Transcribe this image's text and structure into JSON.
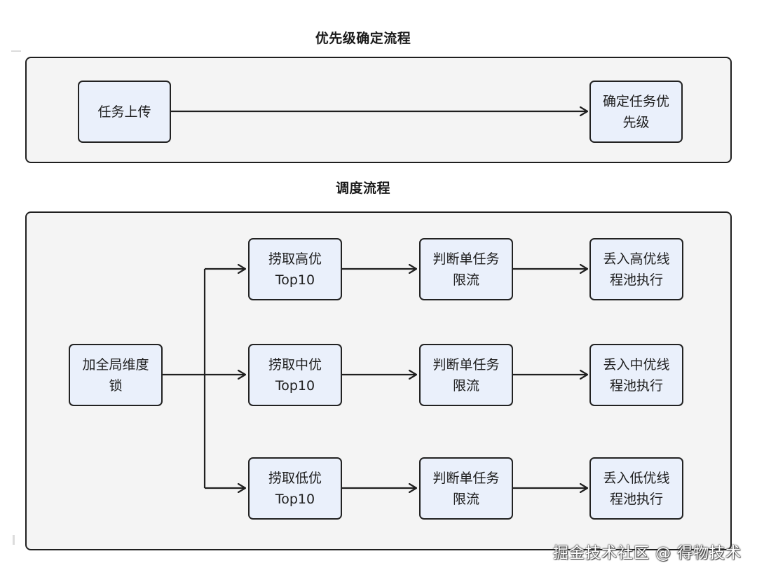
{
  "priority_section": {
    "title": "优先级确定流程",
    "nodes": {
      "upload": "任务上传",
      "determine": "确定任务优\n先级"
    }
  },
  "schedule_section": {
    "title": "调度流程",
    "nodes": {
      "lock": "加全局维度\n锁",
      "fetch_high": "捞取高优\nTop10",
      "fetch_mid": "捞取中优\nTop10",
      "fetch_low": "捞取低优\nTop10",
      "limit_high": "判断单任务\n限流",
      "limit_mid": "判断单任务\n限流",
      "limit_low": "判断单任务\n限流",
      "pool_high": "丢入高优线\n程池执行",
      "pool_mid": "丢入中优线\n程池执行",
      "pool_low": "丢入低优线\n程池执行"
    }
  },
  "watermark": "掘金技术社区 @ 得物技术",
  "colors": {
    "node_fill": "#eaf0fb",
    "frame_fill": "#f4f4f4",
    "stroke": "#1f1f1f"
  }
}
